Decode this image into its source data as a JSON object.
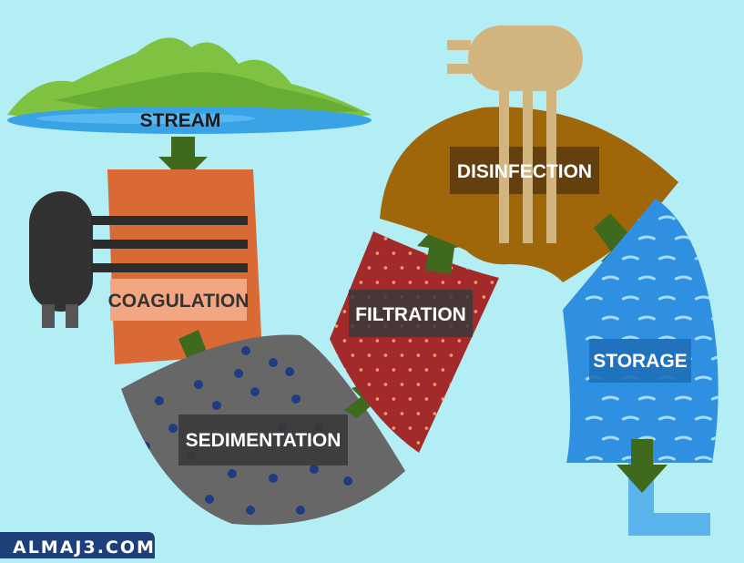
{
  "colors": {
    "background": "#b4eef5",
    "hills": "#7fc242",
    "water": "#3aa3e6",
    "coagulation": "#d96a35",
    "sedimentation": "#676767",
    "filtration": "#a32a2a",
    "disinfection": "#a0660a",
    "storage": "#2f8fe0",
    "arrow": "#3f6a1e",
    "tank": "#323232",
    "label_box": "#3a3a3a"
  },
  "stages": [
    {
      "id": "stream",
      "label": "STREAM"
    },
    {
      "id": "coagulation",
      "label": "COAGULATION"
    },
    {
      "id": "sedimentation",
      "label": "SEDIMENTATION"
    },
    {
      "id": "filtration",
      "label": "FILTRATION"
    },
    {
      "id": "disinfection",
      "label": "DISINFECTION"
    },
    {
      "id": "storage",
      "label": "STORAGE"
    }
  ],
  "watermark": {
    "text": "ALMAJ3.COM"
  }
}
